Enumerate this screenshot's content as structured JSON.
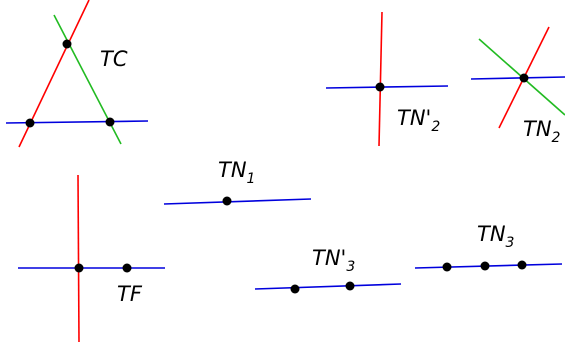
{
  "colors": {
    "red": "#ff0000",
    "green": "#22bb22",
    "blue": "#0000dd",
    "point": "#000000"
  },
  "figures": [
    {
      "id": "tc",
      "label": {
        "base": "TC",
        "sub": ""
      }
    },
    {
      "id": "tn2-prime",
      "label": {
        "base": "TN'",
        "sub": "2"
      }
    },
    {
      "id": "tn2",
      "label": {
        "base": "TN",
        "sub": "2"
      }
    },
    {
      "id": "tn1",
      "label": {
        "base": "TN",
        "sub": "1"
      }
    },
    {
      "id": "tf",
      "label": {
        "base": "TF",
        "sub": ""
      }
    },
    {
      "id": "tn3-prime",
      "label": {
        "base": "TN'",
        "sub": "3"
      }
    },
    {
      "id": "tn3",
      "label": {
        "base": "TN",
        "sub": "3"
      }
    }
  ]
}
